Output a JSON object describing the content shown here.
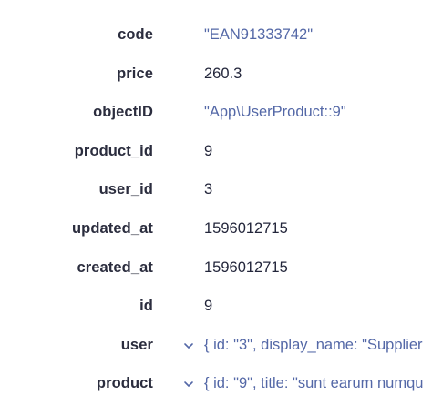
{
  "fields": [
    {
      "key": "code",
      "value": "\"EAN91333742\"",
      "type": "string"
    },
    {
      "key": "price",
      "value": "260.3",
      "type": "number"
    },
    {
      "key": "objectID",
      "value": "\"App\\UserProduct::9\"",
      "type": "string"
    },
    {
      "key": "product_id",
      "value": "9",
      "type": "number"
    },
    {
      "key": "user_id",
      "value": "3",
      "type": "number"
    },
    {
      "key": "updated_at",
      "value": "1596012715",
      "type": "number"
    },
    {
      "key": "created_at",
      "value": "1596012715",
      "type": "number"
    },
    {
      "key": "id",
      "value": "9",
      "type": "number"
    },
    {
      "key": "user",
      "value": "{ id: \"3\", display_name: \"Supplier",
      "type": "object",
      "toggle_icon": "chevron-down-icon"
    },
    {
      "key": "product",
      "value": "{ id: \"9\", title: \"sunt earum numqu",
      "type": "object",
      "toggle_icon": "chevron-down-icon"
    }
  ],
  "colors": {
    "key": "#2b2d3e",
    "number": "#23263b",
    "string": "#5468a7",
    "chevron": "#5468a7"
  }
}
